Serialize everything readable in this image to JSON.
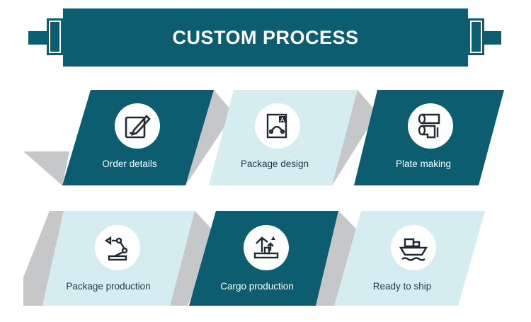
{
  "header": {
    "title": "CUSTOM PROCESS"
  },
  "steps": [
    {
      "label": "Order details",
      "icon": "edit-form-icon",
      "style": "dark"
    },
    {
      "label": "Package design",
      "icon": "design-drawing-icon",
      "style": "light"
    },
    {
      "label": "Plate making",
      "icon": "plate-rollers-icon",
      "style": "dark"
    },
    {
      "label": "Package production",
      "icon": "robot-arm-icon",
      "style": "light"
    },
    {
      "label": "Cargo production",
      "icon": "assembly-line-icon",
      "style": "dark"
    },
    {
      "label": "Ready to ship",
      "icon": "cargo-ship-icon",
      "style": "light"
    }
  ],
  "colors": {
    "teal": "#0b5d6f",
    "light": "#d5ecf1",
    "gray": "#c6c7c9"
  }
}
